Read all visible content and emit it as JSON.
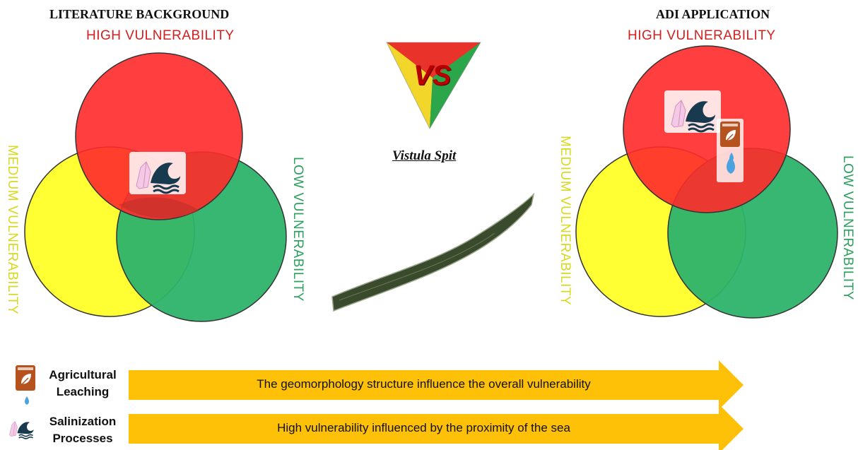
{
  "left_panel": {
    "title": "LITERATURE BACKGROUND",
    "high_label": "HIGH VULNERABILITY",
    "medium_label": "MEDIUM VULNERABILITY",
    "low_label": "LOW VULNERABILITY"
  },
  "right_panel": {
    "title": "ADI APPLICATION",
    "high_label": "HIGH VULNERABILITY",
    "medium_label": "MEDIUM VULNERABILITY",
    "low_label": "LOW VULNERABILITY"
  },
  "center": {
    "vs_text": "VS",
    "site_name": "Vistula Spit"
  },
  "legend": [
    {
      "line1": "Agricultural",
      "line2": "Leaching",
      "icon": "fertilizer-bag-icon",
      "arrow_text": "The geomorphology structure influence the overall vulnerability"
    },
    {
      "line1": "Salinization",
      "line2": "Processes",
      "icon": "salt-crystal-wave-icon",
      "arrow_text": "High vulnerability influenced by the proximity of the sea"
    }
  ],
  "colors": {
    "high": "#ff2a2a",
    "medium": "#ffff2a",
    "low": "#2db36b",
    "arrow": "#ffc107"
  }
}
